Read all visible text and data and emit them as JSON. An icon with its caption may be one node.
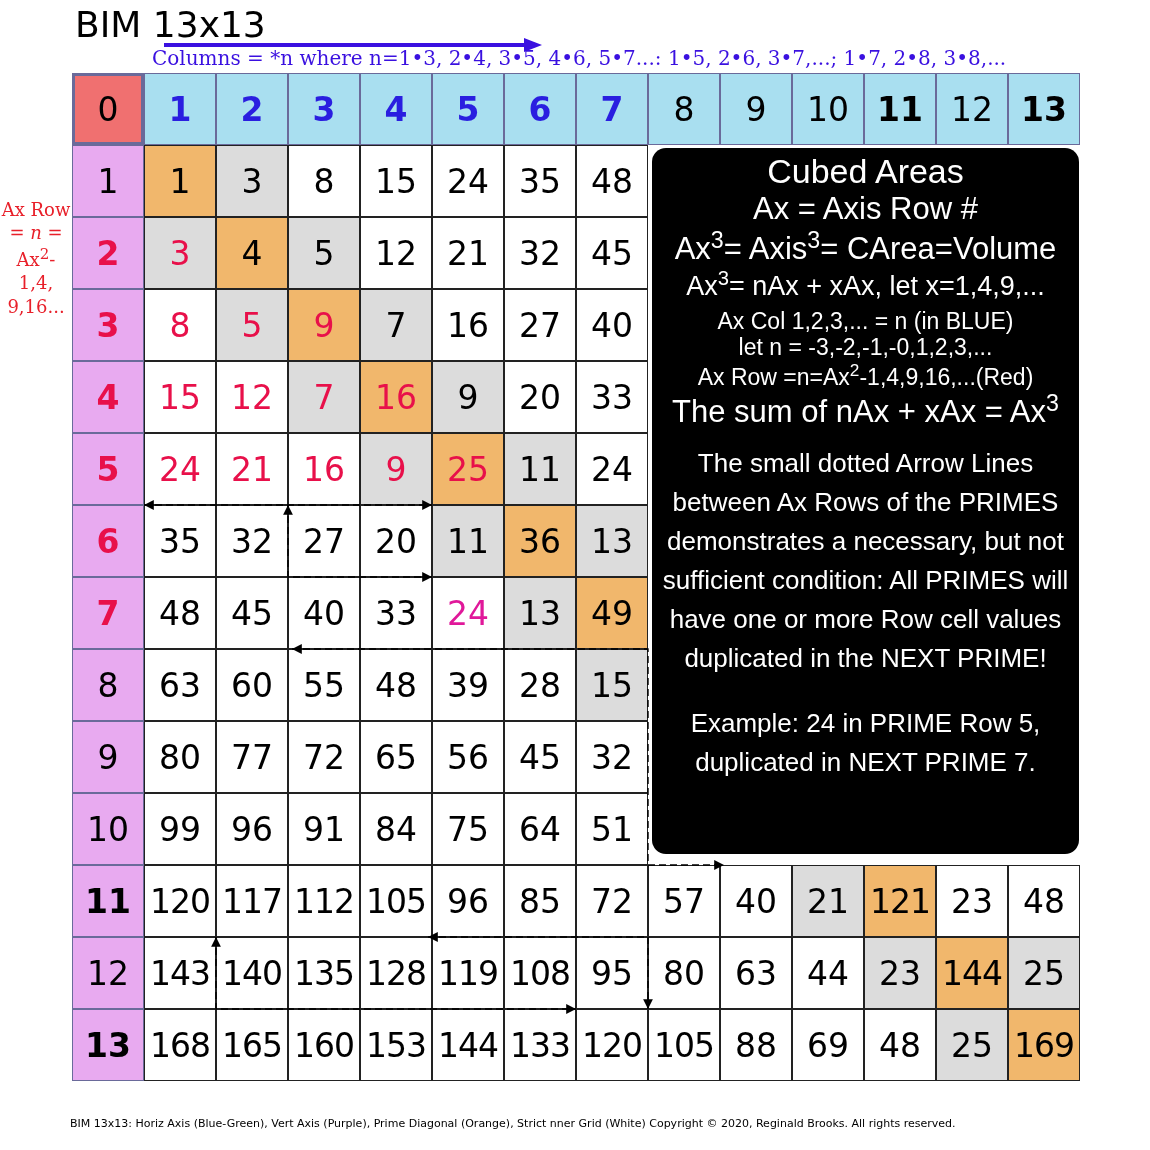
{
  "diagram": {
    "title": "BIM 13x13",
    "caption": "BIM 13x13:  Horiz Axis (Blue-Green), Vert Axis (Purple), Prime Diagonal (Orange), Strict nner Grid (White)  Copyright © 2020, Reginald Brooks. All rights reserved.",
    "nodes": [
      {
        "text": [
          "0"
        ]
      },
      {
        "text": [
          "1"
        ]
      },
      {
        "text": [
          "2"
        ]
      },
      {
        "text": [
          "3"
        ]
      },
      {
        "text": [
          "4"
        ]
      },
      {
        "text": [
          "5"
        ]
      },
      {
        "text": [
          "6"
        ]
      },
      {
        "text": [
          "7"
        ]
      },
      {
        "text": [
          "8"
        ]
      },
      {
        "text": [
          "9"
        ]
      },
      {
        "text": [
          "10"
        ]
      },
      {
        "text": [
          "11"
        ]
      },
      {
        "text": [
          "12"
        ]
      },
      {
        "text": [
          "13"
        ]
      },
      {
        "text": [
          "1"
        ]
      },
      {
        "text": [
          "1"
        ]
      },
      {
        "text": [
          "3"
        ]
      },
      {
        "text": [
          "8"
        ]
      },
      {
        "text": [
          "15"
        ]
      },
      {
        "text": [
          "24"
        ]
      },
      {
        "text": [
          "35"
        ]
      },
      {
        "text": [
          "48"
        ]
      },
      {
        "text": [
          "Cubed Areas",
          "Ax = Axis Row #",
          "Ax$^{3}$= Axis$^{3}$= CArea=Volume",
          "Ax$^{3}$= nAx + xAx, let x=1,4,9,...",
          "Ax Col 1,2,3,... = n (in BLUE)",
          "let n = -3,-2,-1,-0,1,2,3,...",
          "Ax Row =n=Ax$^{2}$-1,4,9,16,...(Red)",
          "The sum of nAx + xAx = Ax$^{3}$",
          "The small dotted Arrow Lines between Ax Rows of the PRIMES demonstrates a necessary, but not sufficient condition: All PRIMES will have one or more Row cell values duplicated in the NEXT PRIME!",
          "Example: 24 in PRIME Row 5, duplicated in NEXT PRIME  7."
        ]
      },
      {
        "text": [
          "2"
        ]
      },
      {
        "text": [
          "3"
        ]
      },
      {
        "text": [
          "4"
        ]
      },
      {
        "text": [
          "5"
        ]
      },
      {
        "text": [
          "12"
        ]
      },
      {
        "text": [
          "21"
        ]
      },
      {
        "text": [
          "32"
        ]
      },
      {
        "text": [
          "45"
        ]
      },
      {
        "text": [
          "3"
        ]
      },
      {
        "text": [
          "8"
        ]
      },
      {
        "text": [
          "5"
        ]
      },
      {
        "text": [
          "9"
        ]
      },
      {
        "text": [
          "7"
        ]
      },
      {
        "text": [
          "16"
        ]
      },
      {
        "text": [
          "27"
        ]
      },
      {
        "text": [
          "40"
        ]
      },
      {
        "text": [
          "4"
        ]
      },
      {
        "text": [
          "15"
        ]
      },
      {
        "text": [
          "12"
        ]
      },
      {
        "text": [
          "7"
        ]
      },
      {
        "text": [
          "16"
        ]
      },
      {
        "text": [
          "9"
        ]
      },
      {
        "text": [
          "20"
        ]
      },
      {
        "text": [
          "33"
        ]
      },
      {
        "text": [
          "5"
        ]
      },
      {
        "text": [
          "24"
        ]
      },
      {
        "text": [
          "21"
        ]
      },
      {
        "text": [
          "16"
        ]
      },
      {
        "text": [
          "9"
        ]
      },
      {
        "text": [
          "25"
        ]
      },
      {
        "text": [
          "11"
        ]
      },
      {
        "text": [
          "24"
        ]
      },
      {
        "text": [
          "6"
        ]
      },
      {
        "text": [
          "35"
        ]
      },
      {
        "text": [
          "32"
        ]
      },
      {
        "text": [
          "27"
        ]
      },
      {
        "text": [
          "20"
        ]
      },
      {
        "text": [
          "11"
        ]
      },
      {
        "text": [
          "36"
        ]
      },
      {
        "text": [
          "13"
        ]
      },
      {
        "text": [
          "7"
        ]
      },
      {
        "text": [
          "48"
        ]
      },
      {
        "text": [
          "45"
        ]
      },
      {
        "text": [
          "40"
        ]
      },
      {
        "text": [
          "33"
        ]
      },
      {
        "text": [
          "24"
        ]
      },
      {
        "text": [
          "13"
        ]
      },
      {
        "text": [
          "49"
        ]
      },
      {
        "text": [
          "8"
        ]
      },
      {
        "text": [
          "63"
        ]
      },
      {
        "text": [
          "60"
        ]
      },
      {
        "text": [
          "55"
        ]
      },
      {
        "text": [
          "48"
        ]
      },
      {
        "text": [
          "39"
        ]
      },
      {
        "text": [
          "28"
        ]
      },
      {
        "text": [
          "15"
        ]
      },
      {
        "text": [
          "9"
        ]
      },
      {
        "text": [
          "80"
        ]
      },
      {
        "text": [
          "77"
        ]
      },
      {
        "text": [
          "72"
        ]
      },
      {
        "text": [
          "65"
        ]
      },
      {
        "text": [
          "56"
        ]
      },
      {
        "text": [
          "45"
        ]
      },
      {
        "text": [
          "32"
        ]
      },
      {
        "text": [
          "10"
        ]
      },
      {
        "text": [
          "99"
        ]
      },
      {
        "text": [
          "96"
        ]
      },
      {
        "text": [
          "91"
        ]
      },
      {
        "text": [
          "84"
        ]
      },
      {
        "text": [
          "75"
        ]
      },
      {
        "text": [
          "64"
        ]
      },
      {
        "text": [
          "51"
        ]
      },
      {
        "text": [
          "11"
        ]
      },
      {
        "text": [
          "120"
        ]
      },
      {
        "text": [
          "117"
        ]
      },
      {
        "text": [
          "112"
        ]
      },
      {
        "text": [
          "105"
        ]
      },
      {
        "text": [
          "96"
        ]
      },
      {
        "text": [
          "85"
        ]
      },
      {
        "text": [
          "72"
        ]
      },
      {
        "text": [
          "57"
        ]
      },
      {
        "text": [
          "40"
        ]
      },
      {
        "text": [
          "21"
        ]
      },
      {
        "text": [
          "121"
        ]
      },
      {
        "text": [
          "23"
        ]
      },
      {
        "text": [
          "48"
        ]
      },
      {
        "text": [
          "12"
        ]
      },
      {
        "text": [
          "143"
        ]
      },
      {
        "text": [
          "140"
        ]
      },
      {
        "text": [
          "135"
        ]
      },
      {
        "text": [
          "128"
        ]
      },
      {
        "text": [
          "119"
        ]
      },
      {
        "text": [
          "108"
        ]
      },
      {
        "text": [
          "95"
        ]
      },
      {
        "text": [
          "80"
        ]
      },
      {
        "text": [
          "63"
        ]
      },
      {
        "text": [
          "44"
        ]
      },
      {
        "text": [
          "23"
        ]
      },
      {
        "text": [
          "144"
        ]
      },
      {
        "text": [
          "25"
        ]
      },
      {
        "text": [
          "13"
        ]
      },
      {
        "text": [
          "168"
        ]
      },
      {
        "text": [
          "165"
        ]
      },
      {
        "text": [
          "160"
        ]
      },
      {
        "text": [
          "153"
        ]
      },
      {
        "text": [
          "144"
        ]
      },
      {
        "text": [
          "133"
        ]
      },
      {
        "text": [
          "120"
        ]
      },
      {
        "text": [
          "105"
        ]
      },
      {
        "text": [
          "88"
        ]
      },
      {
        "text": [
          "69"
        ]
      },
      {
        "text": [
          "48"
        ]
      },
      {
        "text": [
          "25"
        ]
      },
      {
        "text": [
          "169"
        ]
      }
    ],
    "edges": [
      {
        "from": 48,
        "to": 51,
        "arrow": "both",
        "style": "dashed"
      },
      {
        "from": 49,
        "to": 68,
        "arrow": "both",
        "style": "dashed"
      },
      {
        "from": 66,
        "to": 104,
        "arrow": "both",
        "style": "dashed"
      },
      {
        "from": 96,
        "to": 130,
        "arrow": "both",
        "style": "dashed"
      },
      {
        "from": 99,
        "to": 131,
        "arrow": "both",
        "style": "dashed"
      }
    ],
    "labels": [
      "Columns = *n where n=1•3, 2•4, 3•5, 4•6, 5•7...: 1•5, 2•6, 3•7,...; 1•7, 2•8, 3•8,...",
      "Ax Row = *n* = Ax$^{2}$-1,4, 9,16..."
    ]
  }
}
